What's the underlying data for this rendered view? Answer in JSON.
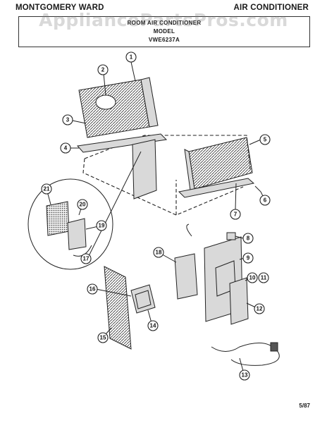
{
  "header": {
    "brand": "MONTGOMERY WARD",
    "product": "AIR CONDITIONER"
  },
  "title_block": {
    "line1": "ROOM AIR CONDITIONER",
    "line2": "MODEL",
    "line3": "VWE6237A"
  },
  "watermark": "AppliancePartsPros.com",
  "footer": {
    "date": "5/87"
  },
  "callouts": [
    "1",
    "2",
    "3",
    "4",
    "5",
    "6",
    "7",
    "8",
    "9",
    "10",
    "11",
    "12",
    "13",
    "14",
    "15",
    "16",
    "17",
    "18",
    "19",
    "20",
    "21"
  ]
}
